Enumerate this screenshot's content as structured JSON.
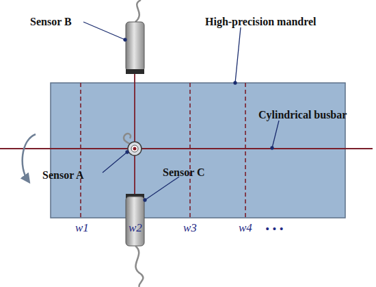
{
  "diagram": {
    "labels": [
      "Sensor B",
      "High-precision mandrel",
      "Cylindrical busbar",
      "Sensor A",
      "Sensor C",
      "w1",
      "w2",
      "w3",
      "w4",
      "• • •"
    ]
  }
}
